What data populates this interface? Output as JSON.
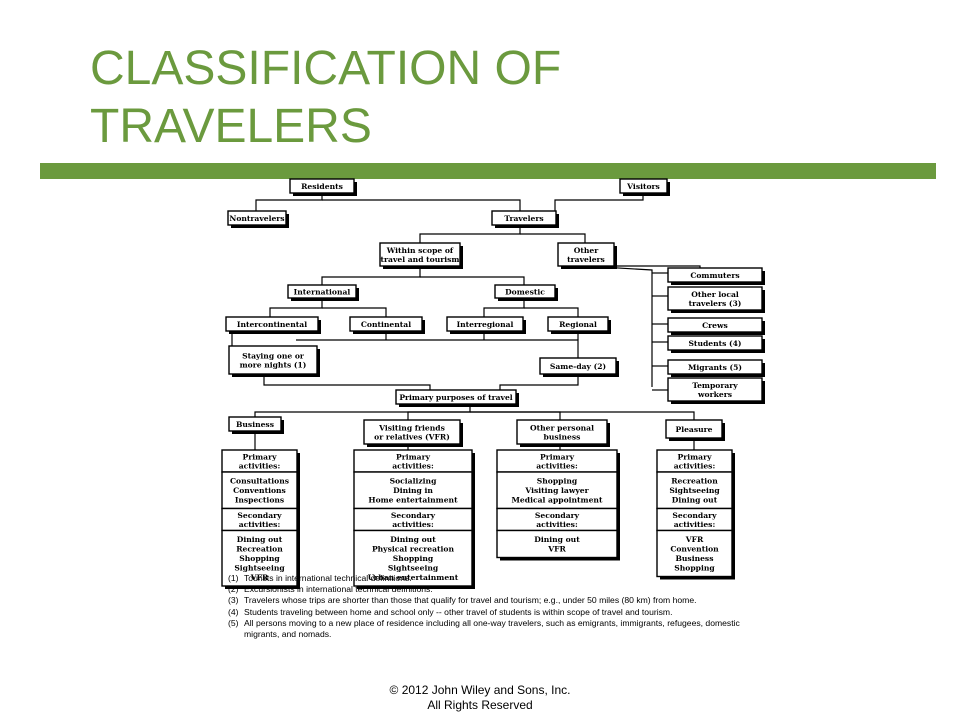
{
  "title": {
    "line1": "CLASSIFICATION OF",
    "line2": "TRAVELERS"
  },
  "accent_color": "#6b9a3e",
  "diagram": {
    "residents": "Residents",
    "visitors": "Visitors",
    "nontravelers": "Nontravelers",
    "travelers": "Travelers",
    "within_scope": [
      "Within scope of",
      "travel and tourism"
    ],
    "other_travelers": [
      "Other",
      "travelers"
    ],
    "commuters": "Commuters",
    "other_local": [
      "Other local",
      "travelers (3)"
    ],
    "crews": "Crews",
    "students": "Students (4)",
    "migrants": "Migrants (5)",
    "temporary_workers": [
      "Temporary",
      "workers"
    ],
    "international": "International",
    "domestic": "Domestic",
    "intercontinental": "Intercontinental",
    "continental": "Continental",
    "interregional": "Interregional",
    "regional": "Regional",
    "staying": [
      "Staying one or",
      "more nights (1)"
    ],
    "same_day": "Same-day (2)",
    "primary_purposes": "Primary purposes of travel",
    "business": "Business",
    "vfr": [
      "Visiting friends",
      "or relatives (VFR)"
    ],
    "other_personal": [
      "Other personal",
      "business"
    ],
    "pleasure": "Pleasure",
    "columns": [
      {
        "primary_label": [
          "Primary",
          "activities:"
        ],
        "primary": [
          "Consultations",
          "Conventions",
          "Inspections"
        ],
        "secondary_label": [
          "Secondary",
          "activities:"
        ],
        "secondary": [
          "Dining out",
          "Recreation",
          "Shopping",
          "Sightseeing",
          "VFR"
        ]
      },
      {
        "primary_label": [
          "Primary",
          "activities:"
        ],
        "primary": [
          "Socializing",
          "Dining in",
          "Home entertainment"
        ],
        "secondary_label": [
          "Secondary",
          "activities:"
        ],
        "secondary": [
          "Dining out",
          "Physical recreation",
          "Shopping",
          "Sightseeing",
          "Urban entertainment"
        ]
      },
      {
        "primary_label": [
          "Primary",
          "activities:"
        ],
        "primary": [
          "Shopping",
          "Visiting lawyer",
          "Medical appointment"
        ],
        "secondary_label": [
          "Secondary",
          "activities:"
        ],
        "secondary": [
          "Dining out",
          "VFR"
        ]
      },
      {
        "primary_label": [
          "Primary",
          "activities:"
        ],
        "primary": [
          "Recreation",
          "Sightseeing",
          "Dining out"
        ],
        "secondary_label": [
          "Secondary",
          "activities:"
        ],
        "secondary": [
          "VFR",
          "Convention",
          "Business",
          "Shopping"
        ]
      }
    ]
  },
  "notes": [
    {
      "num": "(1)",
      "text": "Tourists in international technical definitions."
    },
    {
      "num": "(2)",
      "text": "Excursionists in international technical definitions."
    },
    {
      "num": "(3)",
      "text": "Travelers whose trips are shorter than those that qualify for travel and tourism; e.g., under 50 miles (80 km) from home."
    },
    {
      "num": "(4)",
      "text": "Students traveling between home and school only -- other travel of students is within scope of travel and tourism."
    },
    {
      "num": "(5)",
      "text": "All persons moving to a new place of residence including all one-way travelers, such as emigrants, immigrants, refugees, domestic migrants, and nomads."
    }
  ],
  "footer": {
    "line1": "© 2012 John Wiley and Sons, Inc.",
    "line2": "All Rights Reserved"
  }
}
